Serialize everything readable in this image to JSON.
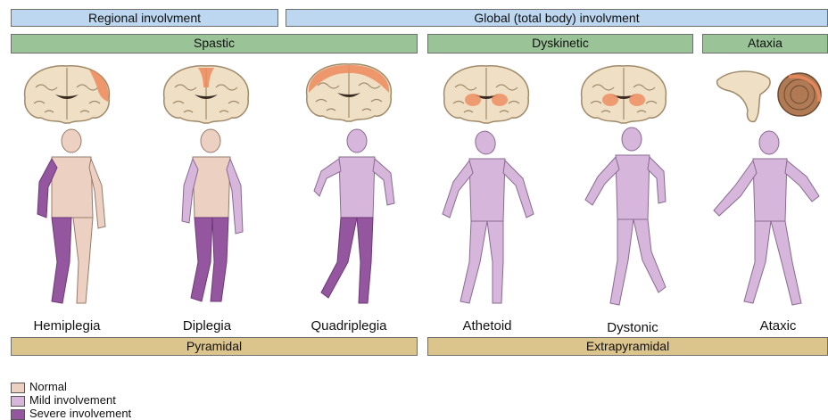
{
  "header": {
    "regional": "Regional involvment",
    "global": "Global (total body) involvment"
  },
  "categories": {
    "spastic": "Spastic",
    "dyskinetic": "Dyskinetic",
    "ataxia": "Ataxia"
  },
  "types": [
    "Hemiplegia",
    "Diplegia",
    "Quadriplegia",
    "Athetoid",
    "Dystonic",
    "Ataxic"
  ],
  "tracts": {
    "pyramidal": "Pyramidal",
    "extrapyramidal": "Extrapyramidal"
  },
  "legend": [
    {
      "label": "Normal",
      "color": "#ecd1c3"
    },
    {
      "label": "Mild involvement",
      "color": "#d7b6dc"
    },
    {
      "label": "Severe involvement",
      "color": "#93569f"
    }
  ],
  "colors": {
    "normal": "#ecd1c3",
    "mild": "#d7b6dc",
    "severe": "#93569f",
    "brain": "#efe0c5",
    "lesion": "#ef8a5c"
  }
}
